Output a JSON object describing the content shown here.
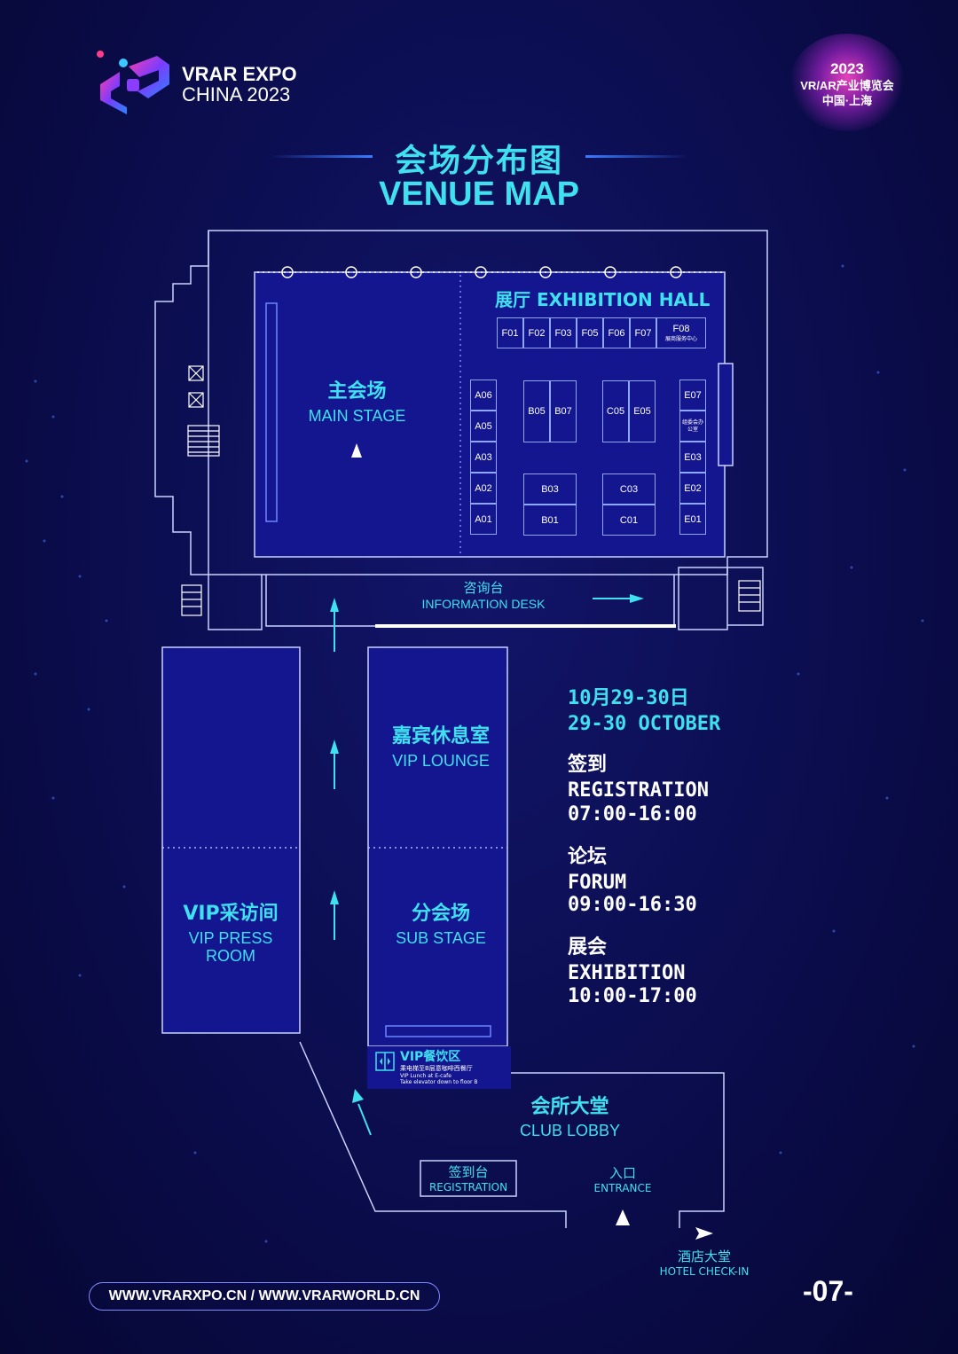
{
  "header": {
    "logo_line1": "VRAR EXPO",
    "logo_line2": "CHINA 2023",
    "badge_year": "2023",
    "badge_line1": "VR/AR产业博览会",
    "badge_line2": "中国·上海"
  },
  "title": {
    "cn": "会场分布图",
    "en": "VENUE MAP"
  },
  "map": {
    "exhibition_hall": "展厅 EXHIBITION HALL",
    "main_stage_cn": "主会场",
    "main_stage_en": "MAIN STAGE",
    "info_desk_cn": "咨询台",
    "info_desk_en": "INFORMATION DESK",
    "vip_lounge_cn": "嘉宾休息室",
    "vip_lounge_en": "VIP LOUNGE",
    "sub_stage_cn": "分会场",
    "sub_stage_en": "SUB STAGE",
    "vip_press_cn": "VIP采访间",
    "vip_press_en1": "VIP PRESS",
    "vip_press_en2": "ROOM",
    "vip_dining_cn": "VIP餐饮区",
    "vip_dining_sub1": "乘电梯至B层意咖啡西餐厅",
    "vip_dining_sub2": "VIP Lunch at E-cafe",
    "vip_dining_sub3": "Take elevator down to floor B",
    "club_lobby_cn": "会所大堂",
    "club_lobby_en": "CLUB LOBBY",
    "registration_cn": "签到台",
    "registration_en": "REGISTRATION",
    "entrance_cn": "入口",
    "entrance_en": "ENTRANCE",
    "hotel_cn": "酒店大堂",
    "hotel_en": "HOTEL CHECK-IN",
    "f_row": [
      "F01",
      "F02",
      "F03",
      "F05",
      "F06",
      "F07"
    ],
    "f08": "F08",
    "f08_sub": "展商服务中心",
    "a_col": [
      "A06",
      "A05",
      "A03",
      "A02",
      "A01"
    ],
    "b_top": [
      "B05",
      "B07"
    ],
    "b_bottom": [
      "B03",
      "B01"
    ],
    "c_top": [
      "C05",
      "E05"
    ],
    "c_bottom": [
      "C03",
      "C01"
    ],
    "e_col_top": "E07",
    "e_col_office": "组委会办公室",
    "e_col_rest": [
      "E03",
      "E02",
      "E01"
    ]
  },
  "schedule": {
    "date_cn": "10月29-30日",
    "date_en": "29-30 OCTOBER",
    "reg_cn": "签到",
    "reg_en": "REGISTRATION",
    "reg_time": "07:00-16:00",
    "forum_cn": "论坛",
    "forum_en": "FORUM",
    "forum_time": "09:00-16:30",
    "expo_cn": "展会",
    "expo_en": "EXHIBITION",
    "expo_time": "10:00-17:00"
  },
  "footer": {
    "urls": "WWW.VRARXPO.CN / WWW.VRARWORLD.CN",
    "page": "-07-"
  }
}
